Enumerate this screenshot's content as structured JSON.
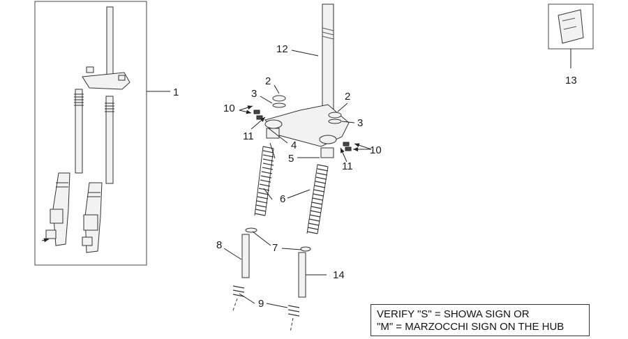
{
  "callouts": {
    "c1": "1",
    "c2a": "2",
    "c2b": "2",
    "c3a": "3",
    "c3b": "3",
    "c4": "4",
    "c5": "5",
    "c6": "6",
    "c7": "7",
    "c8": "8",
    "c9": "9",
    "c10a": "10",
    "c10b": "10",
    "c11a": "11",
    "c11b": "11",
    "c12": "12",
    "c13": "13",
    "c14": "14"
  },
  "note": {
    "line1": "VERIFY \"S\" = SHOWA SIGN OR",
    "line2": "\"M\" = MARZOCCHI SIGN ON THE HUB"
  }
}
